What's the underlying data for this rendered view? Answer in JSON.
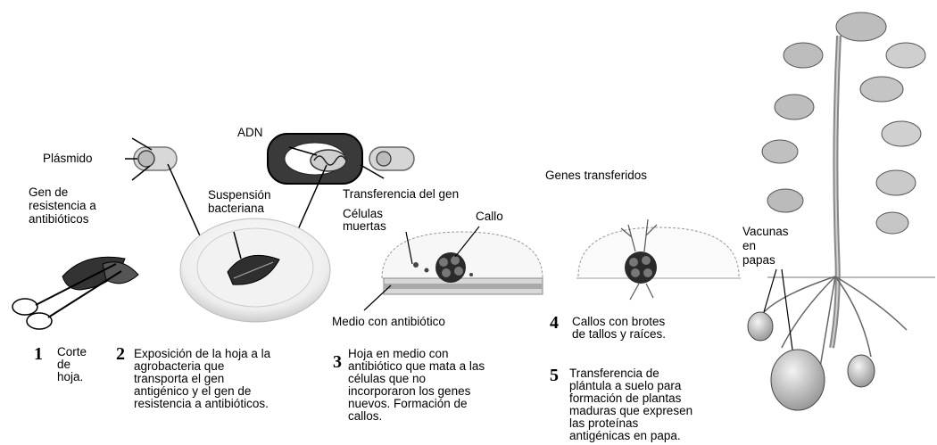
{
  "labels": {
    "plasmido": "Plásmido",
    "gen_resistencia": [
      "Gen de",
      "resistencia a",
      "antibióticos"
    ],
    "adn": "ADN",
    "suspension": [
      "Suspensión",
      "bacteriana"
    ],
    "transferencia_gen": "Transferencia del gen",
    "celulas_muertas": [
      "Células",
      "muertas"
    ],
    "callo": "Callo",
    "medio_antibiotico": "Medio con antibiótico",
    "genes_transferidos": "Genes transferidos",
    "vacunas_papas": [
      "Vacunas",
      "en",
      "papas"
    ]
  },
  "steps": [
    {
      "num": "1",
      "text": [
        "Corte",
        "de",
        "hoja."
      ]
    },
    {
      "num": "2",
      "text": [
        "Exposición de la hoja a la",
        "agrobacteria que",
        "transporta el gen",
        "antigénico y el gen de",
        "resistencia a antibióticos."
      ]
    },
    {
      "num": "3",
      "text": [
        "Hoja en medio con",
        "antibiótico que mata a las",
        "células que no",
        "incorporaron los genes",
        "nuevos.  Formación de",
        "callos."
      ]
    },
    {
      "num": "4",
      "text": [
        "Callos con brotes",
        "de tallos y raíces."
      ]
    },
    {
      "num": "5",
      "text": [
        "Transferencia de",
        "plántula a suelo para",
        "formación de plantas",
        "maduras  que expresen",
        "las proteínas",
        "antigénicas en papa."
      ]
    }
  ]
}
